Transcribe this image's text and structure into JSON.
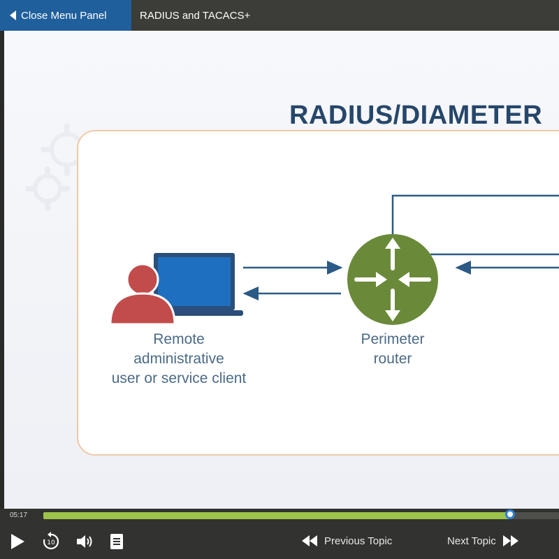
{
  "topbar": {
    "close_label": "Close Menu Panel",
    "topic_title": "RADIUS and TACACS+"
  },
  "slide": {
    "title": "RADIUS/DIAMETER",
    "user_label_lines": [
      "Remote",
      "administrative",
      "user or service client"
    ],
    "router_label_lines": [
      "Perimeter",
      "router"
    ]
  },
  "colors": {
    "accent_blue": "#1f5f9c",
    "title_navy": "#26476a",
    "router_green": "#6a8a3a",
    "user_red": "#c24b4b",
    "laptop_blue": "#1f6fc0",
    "progress_green": "#9cc44a"
  },
  "player": {
    "time": "05:17",
    "progress": 0.905,
    "prev_label": "Previous Topic",
    "next_label": "Next Topic",
    "icons": [
      "play-icon",
      "replay-10-icon",
      "volume-icon",
      "transcript-icon",
      "rewind-icon",
      "fast-forward-icon"
    ]
  }
}
